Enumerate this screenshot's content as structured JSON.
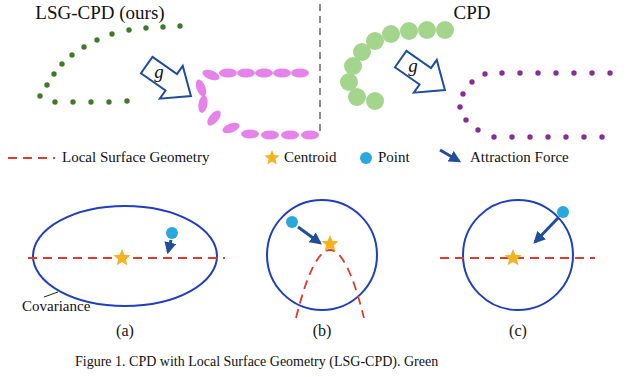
{
  "diagram": {
    "caption": "Figure 1. CPD with Local Surface Geometry (LSG-CPD). Green",
    "nodes": [
      {
        "text": [
          "g"
        ]
      },
      {
        "text": [
          "g"
        ]
      }
    ],
    "labels": [
      "LSG-CPD (ours)",
      "CPD",
      "Covariance",
      "(a)",
      "(b)",
      "(c)"
    ],
    "legend": [
      {
        "text": "Local Surface Geometry"
      },
      {
        "text": "Centroid"
      },
      {
        "text": "Point"
      },
      {
        "text": "Attraction Force"
      }
    ]
  }
}
